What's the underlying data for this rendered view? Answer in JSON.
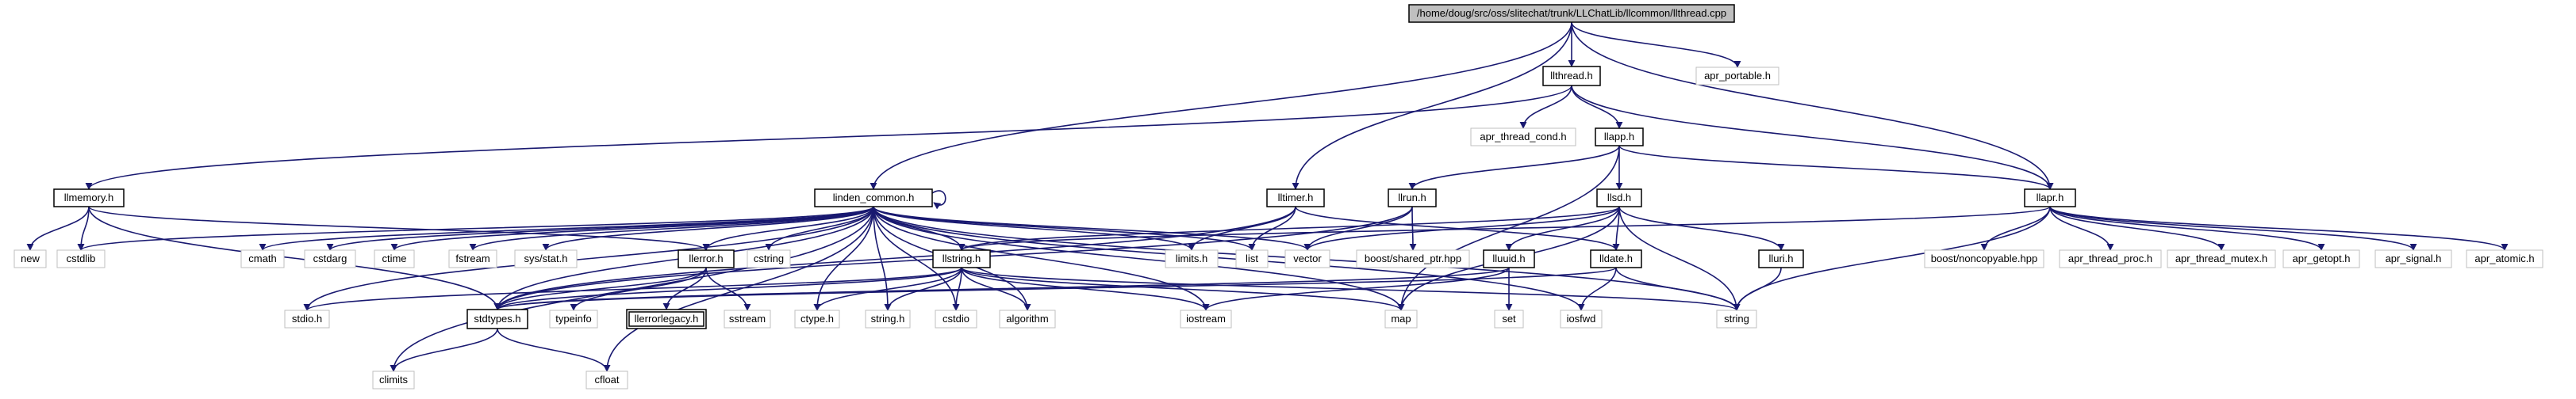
{
  "colors": {
    "edge": "#191970",
    "root_fill": "#bfbfbf",
    "node_border": "#000000",
    "external_border": "#bfbfbf",
    "background": "#ffffff"
  },
  "nodes": {
    "root": "/home/doug/src/oss/slitechat/trunk/LLChatLib/llcommon/llthread.cpp",
    "llthread_h": "llthread.h",
    "apr_portable_h": "apr_portable.h",
    "apr_thread_cond_h": "apr_thread_cond.h",
    "llapp_h": "llapp.h",
    "llmemory_h": "llmemory.h",
    "linden_common_h": "linden_common.h",
    "lltimer_h": "lltimer.h",
    "llrun_h": "llrun.h",
    "llsd_h": "llsd.h",
    "llapr_h": "llapr.h",
    "new": "new",
    "cstdlib": "cstdlib",
    "cmath": "cmath",
    "cstdarg": "cstdarg",
    "ctime": "ctime",
    "fstream": "fstream",
    "sys_stat_h": "sys/stat.h",
    "llerror_h": "llerror.h",
    "cstring": "cstring",
    "llstring_h": "llstring.h",
    "limits_h": "limits.h",
    "list": "list",
    "vector": "vector",
    "boost_shared_ptr_hpp": "boost/shared_ptr.hpp",
    "lluuid_h": "lluuid.h",
    "lldate_h": "lldate.h",
    "lluri_h": "lluri.h",
    "boost_noncopyable_hpp": "boost/noncopyable.hpp",
    "apr_thread_proc_h": "apr_thread_proc.h",
    "apr_thread_mutex_h": "apr_thread_mutex.h",
    "apr_getopt_h": "apr_getopt.h",
    "apr_signal_h": "apr_signal.h",
    "apr_atomic_h": "apr_atomic.h",
    "stdio_h": "stdio.h",
    "stdtypes_h": "stdtypes.h",
    "typeinfo": "typeinfo",
    "llerrorlegacy_h": "llerrorlegacy.h",
    "sstream": "sstream",
    "ctype_h": "ctype.h",
    "string_h": "string.h",
    "cstdio": "cstdio",
    "algorithm": "algorithm",
    "iostream": "iostream",
    "map": "map",
    "set": "set",
    "iosfwd": "iosfwd",
    "string": "string",
    "climits": "climits",
    "cfloat": "cfloat"
  }
}
